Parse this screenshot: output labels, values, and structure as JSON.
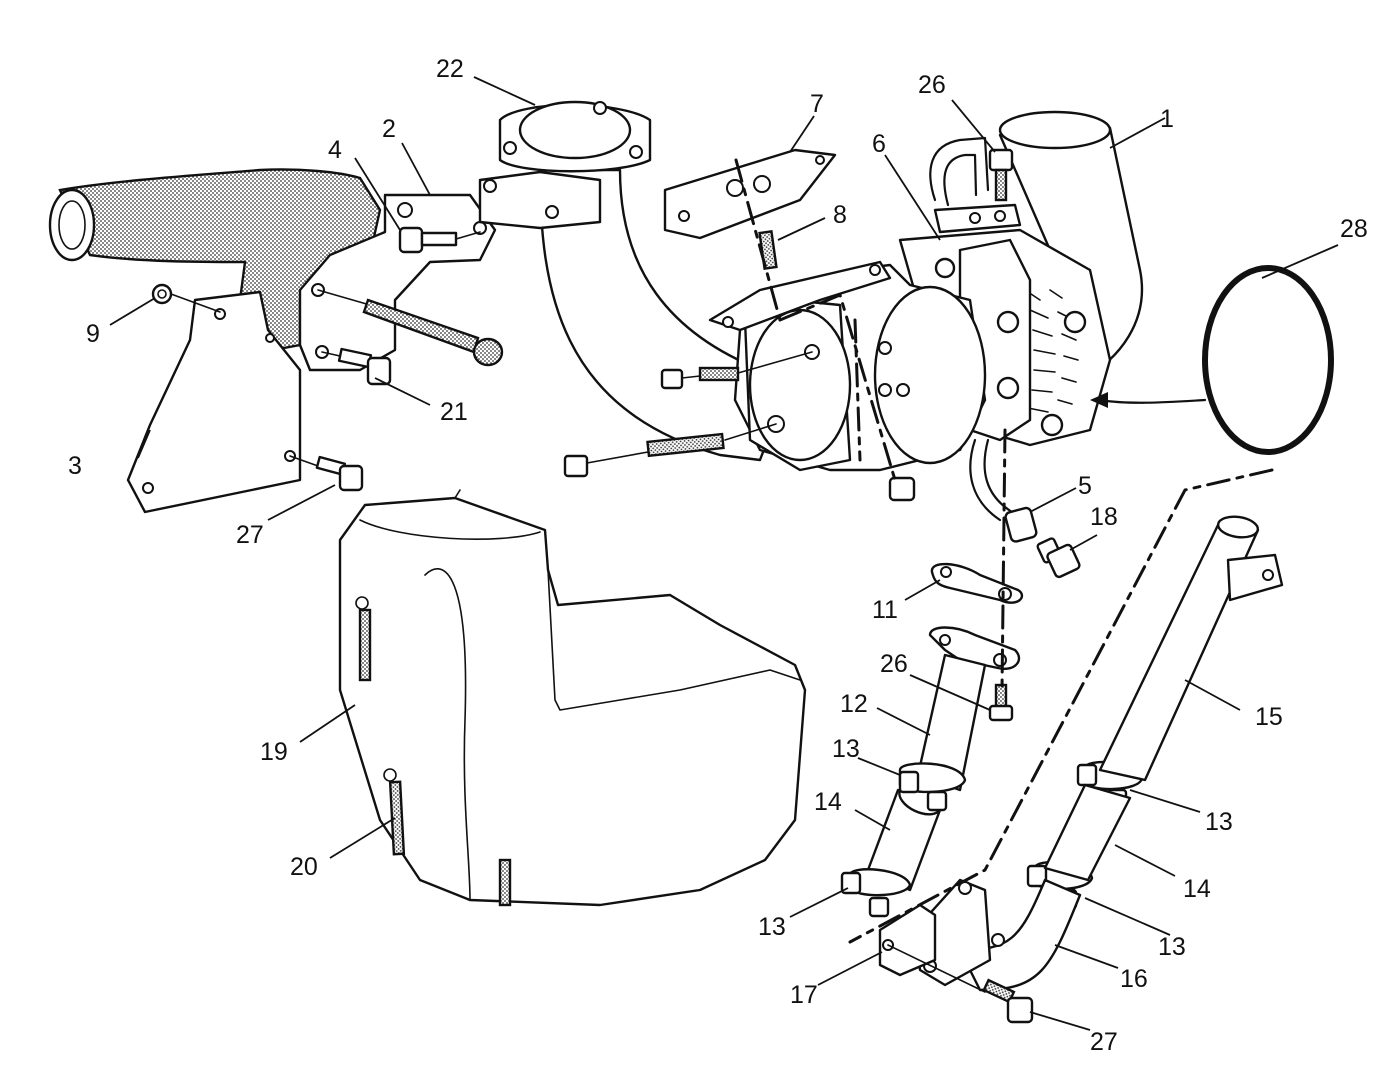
{
  "callouts": {
    "c1": "1",
    "c2": "2",
    "c3": "3",
    "c4": "4",
    "c5": "5",
    "c6": "6",
    "c7": "7",
    "c8": "8",
    "c9": "9",
    "c11": "11",
    "c12": "12",
    "c13a": "13",
    "c13b": "13",
    "c13c": "13",
    "c13d": "13",
    "c14a": "14",
    "c14b": "14",
    "c15": "15",
    "c16": "16",
    "c17": "17",
    "c18": "18",
    "c19": "19",
    "c20": "20",
    "c21": "21",
    "c22": "22",
    "c26a": "26",
    "c26b": "26",
    "c27a": "27",
    "c27b": "27",
    "c28": "28"
  },
  "colors": {
    "ink": "#111111",
    "paper": "#ffffff"
  }
}
